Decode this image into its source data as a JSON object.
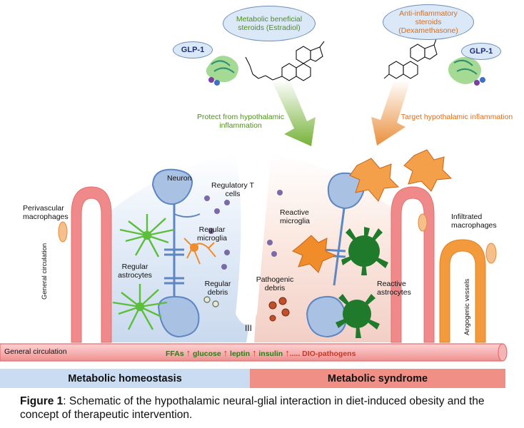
{
  "ovals": {
    "metabolic": "Metabolic beneficial steroids (Estradiol)",
    "antiinflammatory": "Anti-inflammatory steroids (Dexamethasone)",
    "glp1_left": "GLP-1",
    "glp1_right": "GLP-1"
  },
  "arrows": {
    "protect": "Protect from hypothalamic inflammation",
    "target": "Target hypothalamic inflammation"
  },
  "labels": {
    "neuron": "Neuron",
    "regulatory_t_cells": "Regulatory T cells",
    "perivascular_macrophages": "Perivascular macrophages",
    "regular_microglia": "Regular microglia",
    "regular_astrocytes": "Regular astrocytes",
    "regular_debris": "Regular debris",
    "reactive_microglia": "Reactive microglia",
    "pathogenic_debris": "Pathogenic debris",
    "reactive_astrocytes": "Reactive astrocytes",
    "infiltrated_macrophages": "Infiltrated macrophages",
    "third_ventricle": "III",
    "general_circulation_vertical": "General circulation",
    "angiogenic_vessels": "Angogenic vessels",
    "general_circulation": "General circulation"
  },
  "flow": {
    "items": [
      "FFAs",
      "glucose",
      "leptin",
      "insulin"
    ],
    "dots": ".....",
    "pathogens": "DIO-pathogens"
  },
  "bars": {
    "left": "Metabolic homeostasis",
    "right": "Metabolic syndrome"
  },
  "caption": {
    "prefix": "Figure 1",
    "text": ": Schematic of the hypothalamic neural-glial interaction in diet-induced obesity and the concept of therapeutic intervention."
  },
  "colors": {
    "vessel": "#f07f7f",
    "left_panel": "#d9e6f5",
    "right_panel": "#f4d0cc",
    "neuron": "#a9c1e3",
    "astrocyte_regular": "#5bbf3a",
    "astrocyte_reactive": "#1f7a2c",
    "microglia": "#f08c2a",
    "tcell": "#6a5a9c"
  }
}
